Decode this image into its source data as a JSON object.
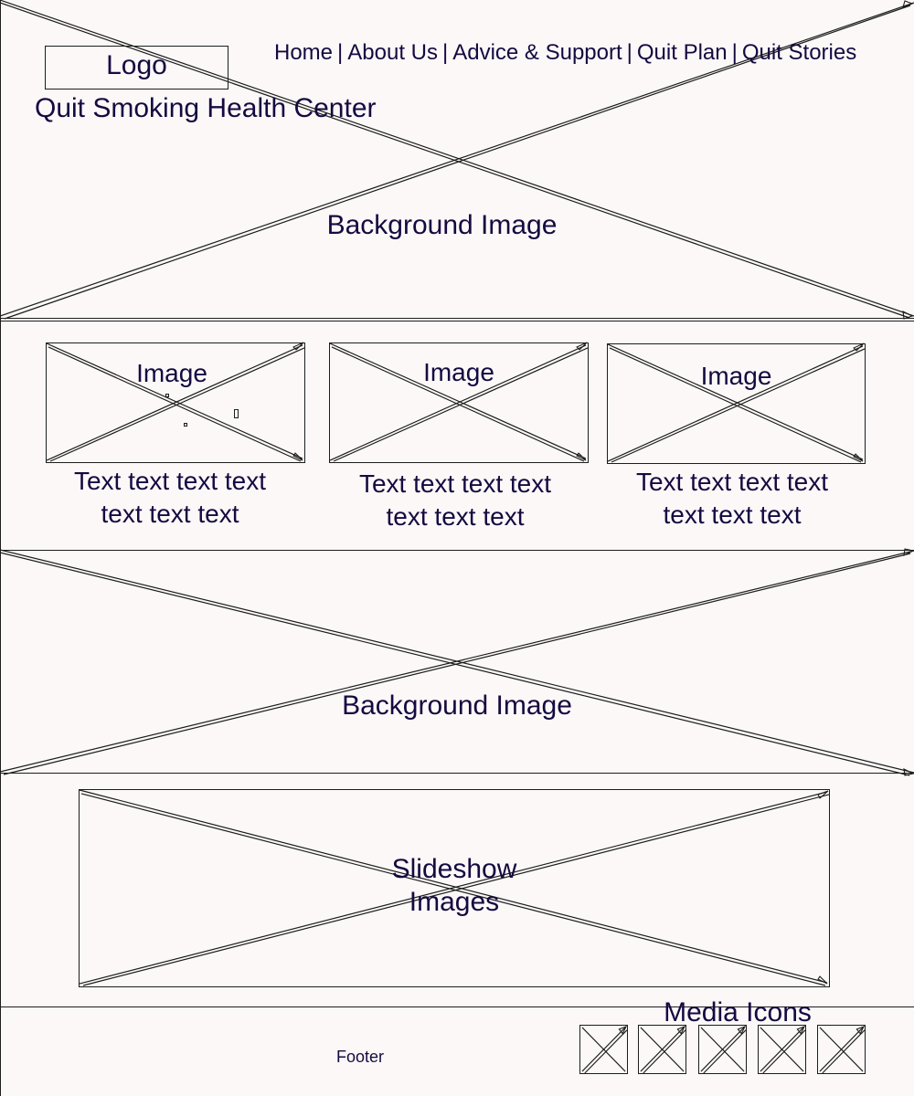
{
  "header": {
    "logo_label": "Logo",
    "site_title": "Quit Smoking Health Center",
    "nav": [
      {
        "label": "Home"
      },
      {
        "label": "About Us"
      },
      {
        "label": "Advice & Support"
      },
      {
        "label": "Quit Plan"
      },
      {
        "label": "Quit Stories"
      }
    ],
    "nav_separator": "|",
    "hero_label": "Background Image"
  },
  "features": [
    {
      "image_label": "Image",
      "text_line1": "Text text text text",
      "text_line2": "text text text"
    },
    {
      "image_label": "Image",
      "text_line1": "Text text text text",
      "text_line2": "text text text"
    },
    {
      "image_label": "Image",
      "text_line1": "Text text text text",
      "text_line2": "text text text"
    }
  ],
  "band": {
    "label": "Background Image"
  },
  "slideshow": {
    "line1": "Slideshow",
    "line2": "Images"
  },
  "footer": {
    "label": "Footer",
    "media_label": "Media Icons"
  },
  "colors": {
    "text": "#150a40",
    "background": "#fcf8f8",
    "stroke": "#1d1d1d"
  }
}
